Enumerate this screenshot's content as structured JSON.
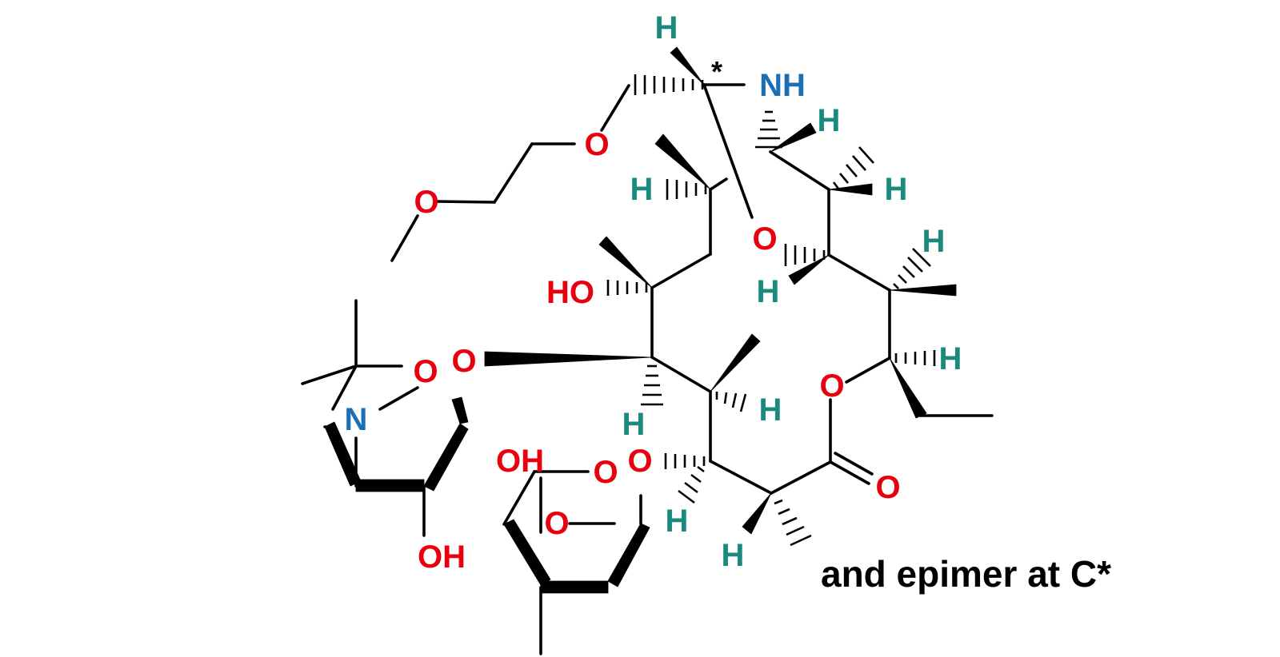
{
  "structure": {
    "atom_symbols": {
      "oxygen": "O",
      "hydroxyl_left": "HO",
      "hydroxyl_right": "OH",
      "nitrogen": "N",
      "amine": "NH",
      "hydrogen": "H",
      "stereo_star": "*"
    },
    "colors": {
      "bonds": "#000000",
      "oxygen": "#e8000f",
      "nitrogen": "#1a6fb5",
      "hydrogen": "#1a8a7e",
      "background": "#ffffff"
    }
  },
  "caption": {
    "text": "and epimer at C*"
  }
}
